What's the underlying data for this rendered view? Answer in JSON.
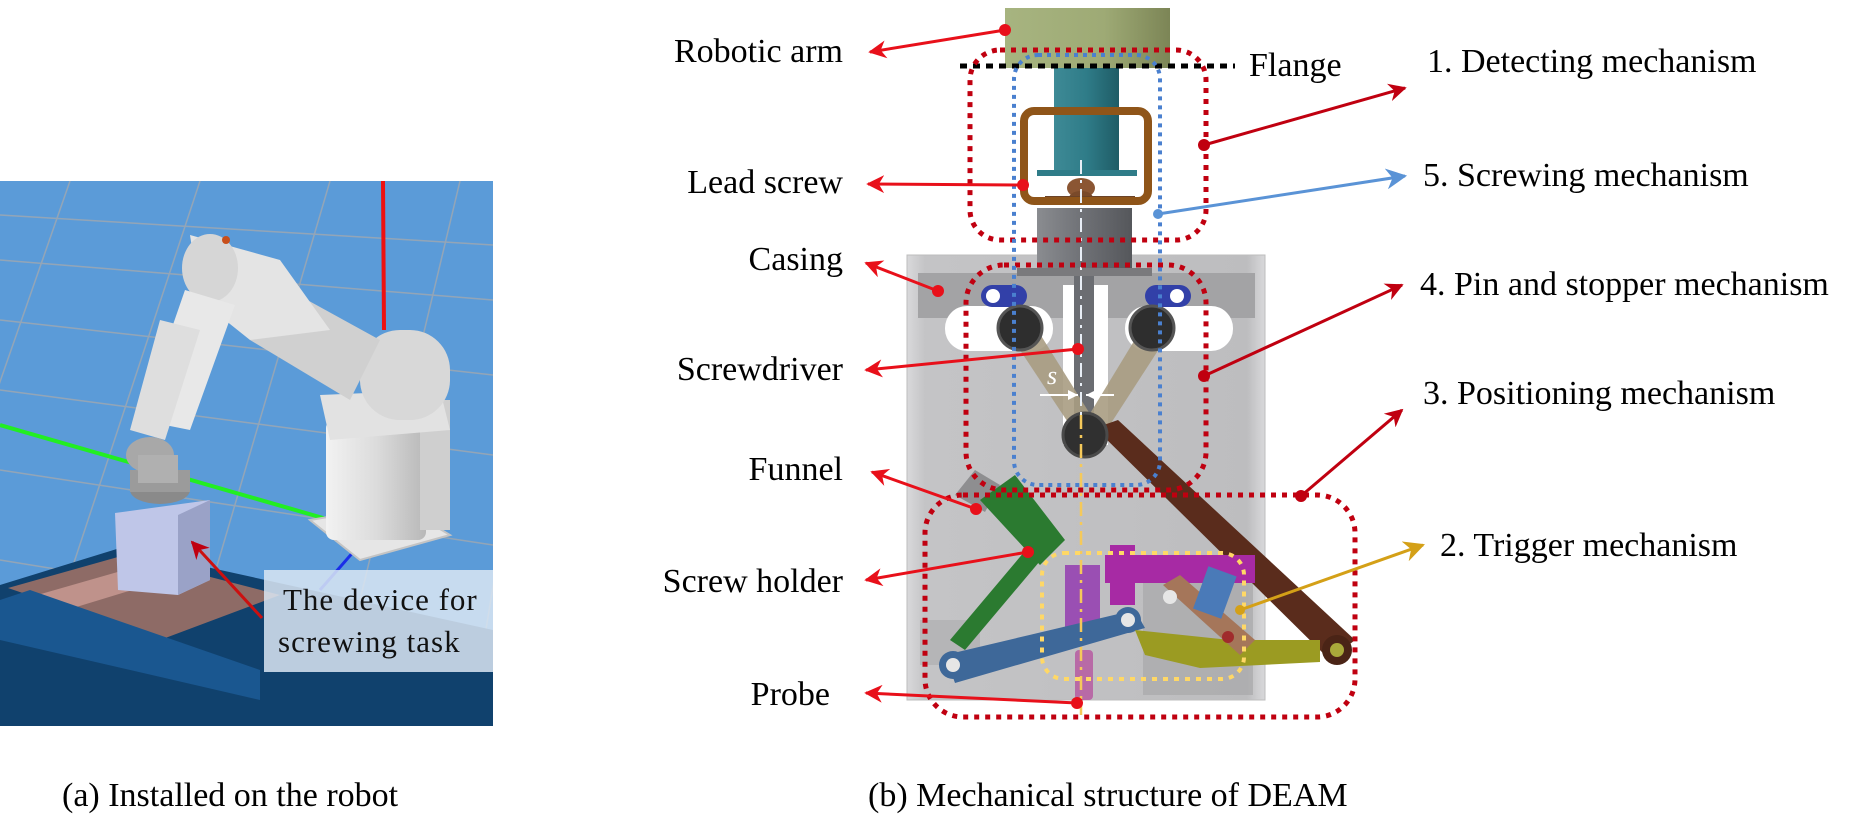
{
  "panel_a": {
    "caption": "(a) Installed on the robot",
    "device_label_line1": "The device for",
    "device_label_line2": "screwing task"
  },
  "panel_b": {
    "caption": "(b) Mechanical structure of DEAM",
    "flange_label": "Flange",
    "gap_symbol": "s",
    "component_labels": {
      "robotic_arm": "Robotic arm",
      "lead_screw": "Lead screw",
      "casing": "Casing",
      "screwdriver": "Screwdriver",
      "funnel": "Funnel",
      "screw_holder": "Screw holder",
      "probe": "Probe"
    },
    "mechanism_labels": {
      "detecting": "1. Detecting mechanism",
      "screwing": "5. Screwing mechanism",
      "pin_stopper": "4. Pin and stopper mechanism",
      "positioning": "3. Positioning mechanism",
      "trigger": "2. Trigger mechanism"
    }
  },
  "colors": {
    "annotation_red": "#e8101a",
    "mechanism_red": "#c00010",
    "screwing_blue": "#4a80cf",
    "trigger_gold": "#d4a017",
    "sim_background": "#5b9bd8"
  }
}
